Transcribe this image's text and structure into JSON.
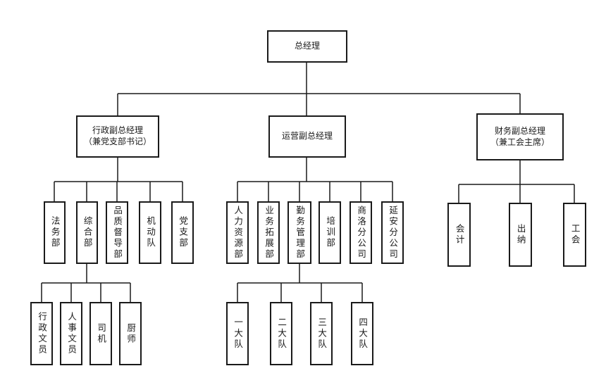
{
  "org_chart": {
    "root": {
      "label": "总经理"
    },
    "executives": {
      "admin": {
        "label": "行政副总经理\n（兼党支部书记）"
      },
      "ops": {
        "label": "运营副总经理"
      },
      "finance": {
        "label": "财务副总经理\n（兼工会主席）"
      }
    },
    "admin_departments": [
      {
        "label": "法务部"
      },
      {
        "label": "综合部"
      },
      {
        "label": "品质督导部"
      },
      {
        "label": "机动队"
      },
      {
        "label": "党支部"
      }
    ],
    "general_dept_units": [
      {
        "label": "行政文员"
      },
      {
        "label": "人事文员"
      },
      {
        "label": "司机"
      },
      {
        "label": "厨师"
      }
    ],
    "ops_departments": [
      {
        "label": "人力资源部"
      },
      {
        "label": "业务拓展部"
      },
      {
        "label": "勤务管理部"
      },
      {
        "label": "培训部"
      },
      {
        "label": "商洛分公司"
      },
      {
        "label": "延安分公司"
      }
    ],
    "duty_teams": [
      {
        "label": "一大队"
      },
      {
        "label": "二大队"
      },
      {
        "label": "三大队"
      },
      {
        "label": "四大队"
      }
    ],
    "finance_units": [
      {
        "label": "会计"
      },
      {
        "label": "出纳"
      },
      {
        "label": "工会"
      }
    ]
  }
}
